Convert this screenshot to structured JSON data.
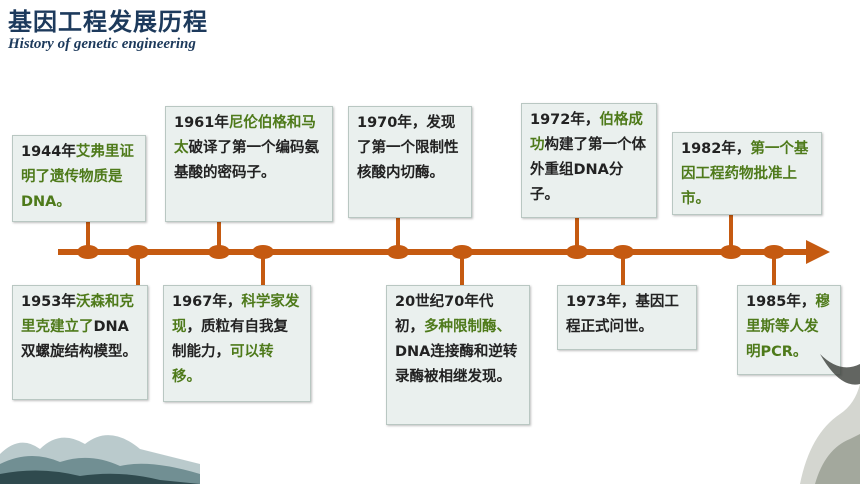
{
  "header": {
    "title": "基因工程发展历程",
    "subtitle": "History of genetic engineering"
  },
  "events": [
    {
      "pre": "1944年",
      "hl": "艾弗里证明了遗传物质是DNA。",
      "post": ""
    },
    {
      "pre": "1953年",
      "hl": "沃森和克里克建立了",
      "post": "DNA双螺旋结构模型。"
    },
    {
      "pre": "1961年",
      "hl": "尼伦伯格和马太",
      "post": "破译了第一个编码氨基酸的密码子。"
    },
    {
      "pre": "1967年，",
      "hl": "科学家发现",
      "mid": "，质粒有自我复制能力，",
      "hl2": "可以转移。",
      "post": ""
    },
    {
      "pre": "1970年，发现了第一个限制性核酸内切酶。",
      "hl": "",
      "post": ""
    },
    {
      "pre": "20世纪70年代初，",
      "hl": "多种限制酶、",
      "post": "DNA连接酶和逆转录酶被相继发现。"
    },
    {
      "pre": "1972年，",
      "hl": "伯格成功",
      "post": "构建了第一个体外重组DNA分子。"
    },
    {
      "pre": "1973年，基因工程正式问世。",
      "hl": "",
      "post": ""
    },
    {
      "pre": "1982年，",
      "hl": "第一个基因工程药物批准上市。",
      "post": ""
    },
    {
      "pre": "1985年，",
      "hl": "穆里斯等人发明PCR。",
      "post": ""
    }
  ]
}
